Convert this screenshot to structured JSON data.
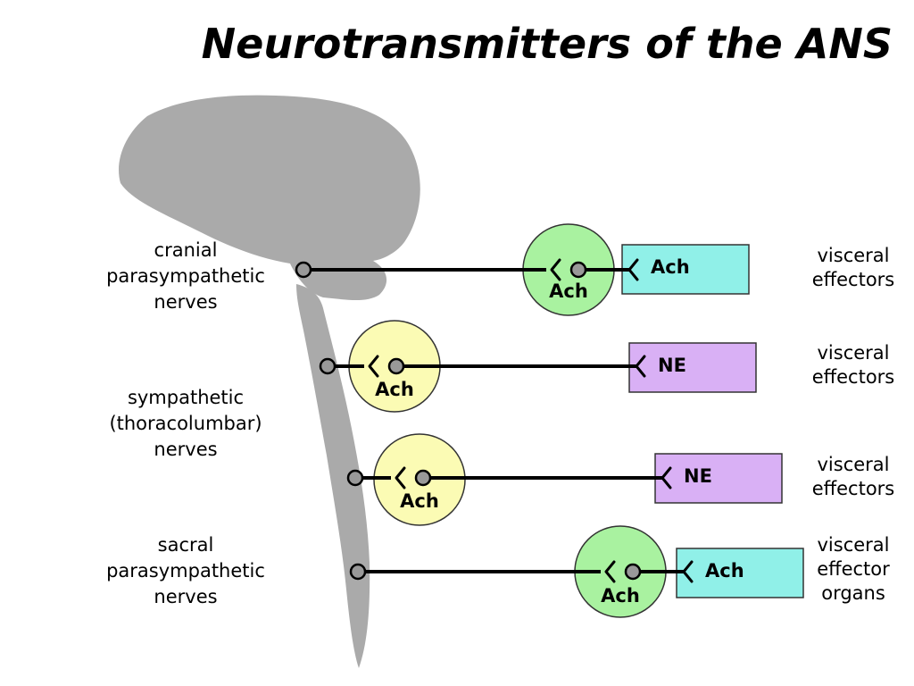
{
  "title": "Neurotransmitters of the ANS",
  "left_labels": [
    [
      "cranial",
      "parasympathetic",
      "nerves"
    ],
    [
      "sympathetic",
      "(thoracolumbar)",
      "nerves"
    ],
    [
      "sacral",
      "parasympathetic",
      "nerves"
    ]
  ],
  "pathways": [
    {
      "ganglion_label": "Ach",
      "ganglion_color": "#a9f2a0",
      "effector_label": "Ach",
      "effector_color": "#90f0e8",
      "right_label": [
        "visceral",
        "effectors"
      ]
    },
    {
      "ganglion_label": "Ach",
      "ganglion_color": "#fbfbb4",
      "effector_label": "NE",
      "effector_color": "#d9b0f5",
      "right_label": [
        "visceral",
        "effectors"
      ]
    },
    {
      "ganglion_label": "Ach",
      "ganglion_color": "#fbfbb4",
      "effector_label": "NE",
      "effector_color": "#d9b0f5",
      "right_label": [
        "visceral",
        "effectors"
      ]
    },
    {
      "ganglion_label": "Ach",
      "ganglion_color": "#a9f2a0",
      "effector_label": "Ach",
      "effector_color": "#90f0e8",
      "right_label": [
        "visceral",
        "effector",
        "organs"
      ]
    }
  ],
  "colors": {
    "brain": "#aaaaaa",
    "line": "#000000",
    "neuron_body": "#999999"
  }
}
